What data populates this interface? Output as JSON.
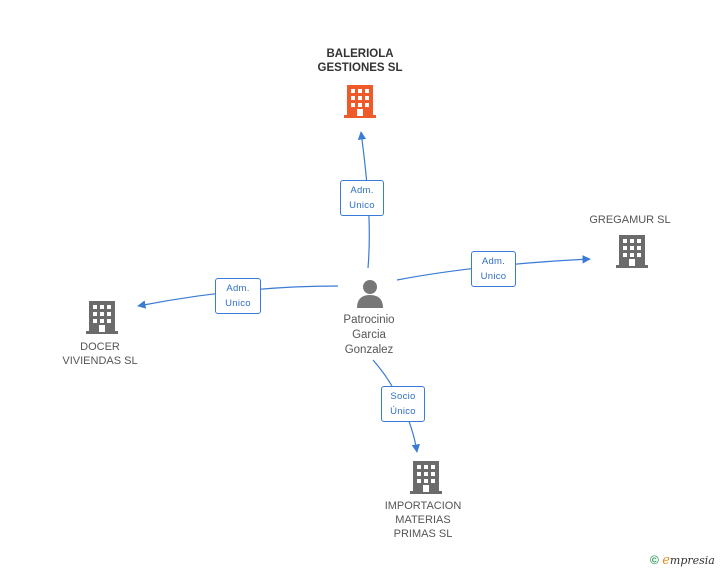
{
  "nodes": {
    "center": {
      "lines": [
        "Patrocinio",
        "Garcia",
        "Gonzalez"
      ]
    },
    "baleriola": {
      "lines": [
        "BALERIOLA",
        "GESTIONES SL"
      ],
      "color": "#f05a28"
    },
    "gregamur": {
      "lines": [
        "GREGAMUR SL"
      ],
      "color": "#6b6b6b"
    },
    "docer": {
      "lines": [
        "DOCER",
        "VIVIENDAS SL"
      ],
      "color": "#6b6b6b"
    },
    "importacion": {
      "lines": [
        "IMPORTACION",
        "MATERIAS",
        "PRIMAS SL"
      ],
      "color": "#6b6b6b"
    }
  },
  "edges": {
    "to_baleriola": {
      "lines": [
        "Adm.",
        "Unico"
      ]
    },
    "to_gregamur": {
      "lines": [
        "Adm.",
        "Unico"
      ]
    },
    "to_docer": {
      "lines": [
        "Adm.",
        "Unico"
      ]
    },
    "to_importacion": {
      "lines": [
        "Socio",
        "Único"
      ]
    }
  },
  "colors": {
    "edge": "#3a7bd5",
    "person": "#777777"
  },
  "brand": {
    "copyright": "©",
    "e": "e",
    "rest": "mpresia"
  }
}
